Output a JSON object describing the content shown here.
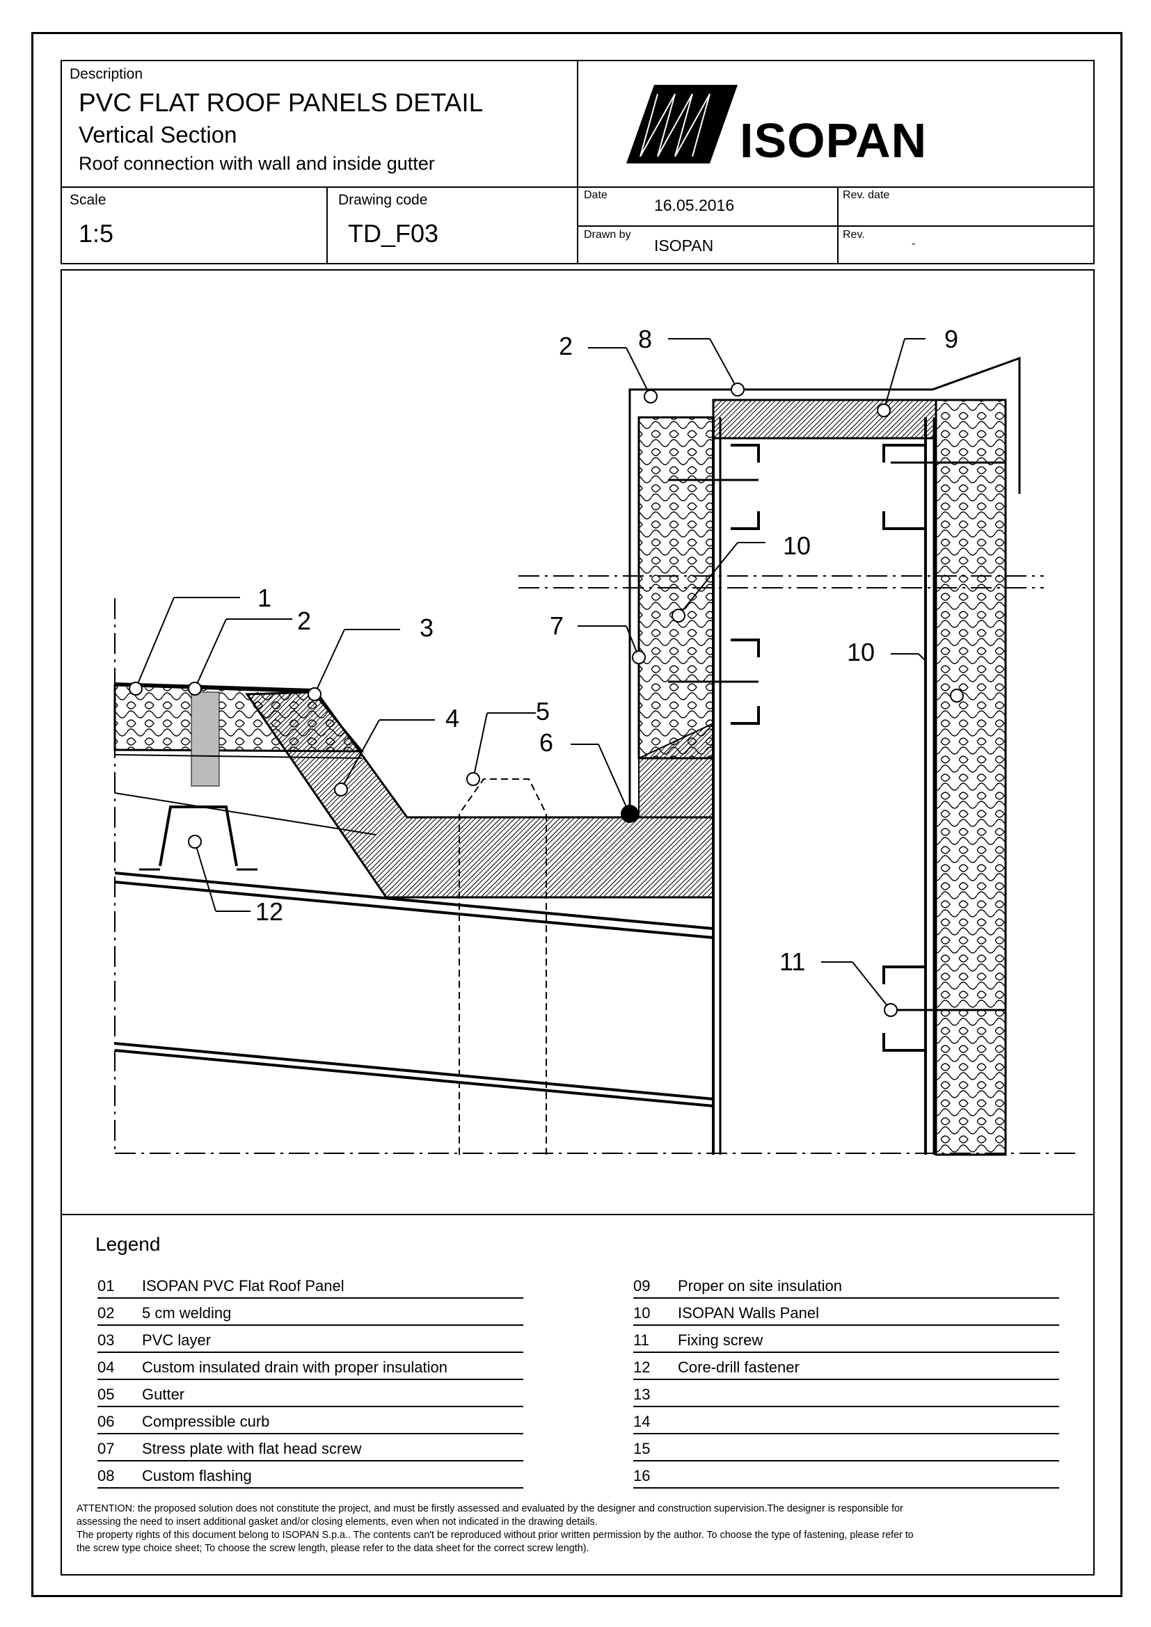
{
  "header": {
    "description_label": "Description",
    "title": "PVC FLAT ROOF PANELS DETAIL",
    "subtitle": "Vertical Section",
    "subtitle2": "Roof connection with wall and inside gutter",
    "logo_text": "ISOPAN",
    "scale_label": "Scale",
    "scale_value": "1:5",
    "code_label": "Drawing code",
    "code_value": "TD_F03",
    "date_label": "Date",
    "date_value": "16.05.2016",
    "drawnby_label": "Drawn by",
    "drawnby_value": "ISOPAN",
    "revdate_label": "Rev. date",
    "rev_label": "Rev.",
    "rev_value": "-"
  },
  "callouts": [
    "1",
    "2",
    "3",
    "4",
    "5",
    "6",
    "7",
    "8",
    "9",
    "10",
    "11",
    "12"
  ],
  "legend": {
    "title": "Legend",
    "left": [
      {
        "num": "01",
        "text": "ISOPAN PVC Flat Roof Panel"
      },
      {
        "num": "02",
        "text": "5 cm welding"
      },
      {
        "num": "03",
        "text": "PVC layer"
      },
      {
        "num": "04",
        "text": "Custom insulated drain with proper insulation"
      },
      {
        "num": "05",
        "text": "Gutter"
      },
      {
        "num": "06",
        "text": "Compressible curb"
      },
      {
        "num": "07",
        "text": "Stress plate with flat head screw"
      },
      {
        "num": "08",
        "text": "Custom flashing"
      }
    ],
    "right": [
      {
        "num": "09",
        "text": "Proper on site insulation"
      },
      {
        "num": "10",
        "text": "ISOPAN Walls Panel"
      },
      {
        "num": "11",
        "text": "Fixing screw"
      },
      {
        "num": "12",
        "text": "Core-drill fastener"
      },
      {
        "num": "13",
        "text": ""
      },
      {
        "num": "14",
        "text": ""
      },
      {
        "num": "15",
        "text": ""
      },
      {
        "num": "16",
        "text": ""
      }
    ]
  },
  "attention": {
    "line1": "ATTENTION: the proposed solution does not constitute the project, and must be firstly assessed and evaluated by the designer and construction supervision.The designer is responsible for",
    "line2": "assessing the need to insert additional gasket and/or closing elements, even when not indicated in the drawing details.",
    "line3": "The property rights of this document belong to ISOPAN S.p.a.. The contents can't be reproduced without prior written permission by the author. To choose the type of fastening, please refer to",
    "line4": "the screw type choice sheet; To choose the screw length, please refer to the data sheet for the correct screw length)."
  }
}
